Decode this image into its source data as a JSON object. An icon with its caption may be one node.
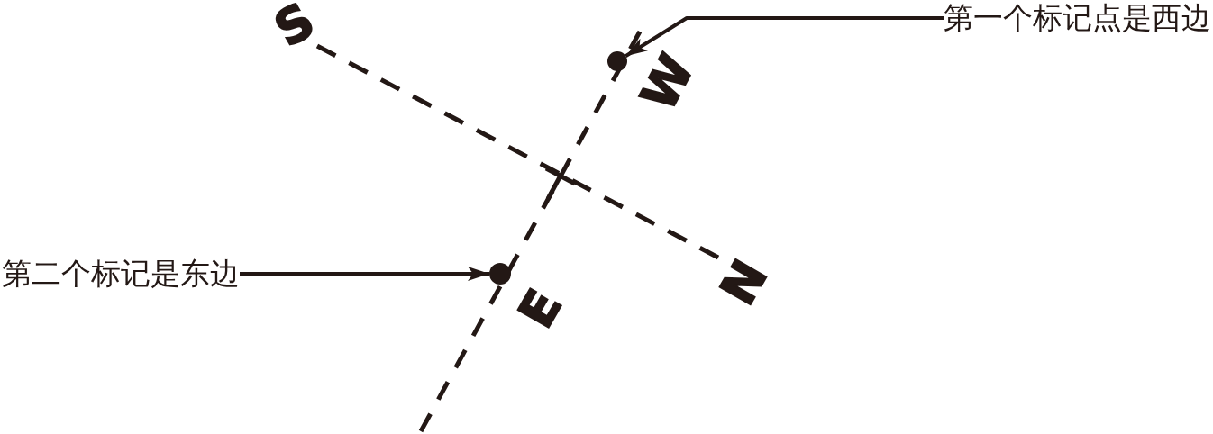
{
  "diagram": {
    "nodes": [
      {
        "text": [
          "第一个标记点是西边"
        ]
      },
      {
        "text": [],
        "shape": "circle"
      },
      {
        "text": [
          "第二个标记是东边"
        ]
      },
      {
        "text": [],
        "shape": "circle"
      }
    ],
    "edges": [
      {
        "from": 0,
        "to": 1,
        "arrow": "to"
      },
      {
        "from": 2,
        "to": 3,
        "arrow": "to"
      }
    ],
    "labels": [
      "S",
      "W",
      "N",
      "E"
    ]
  }
}
